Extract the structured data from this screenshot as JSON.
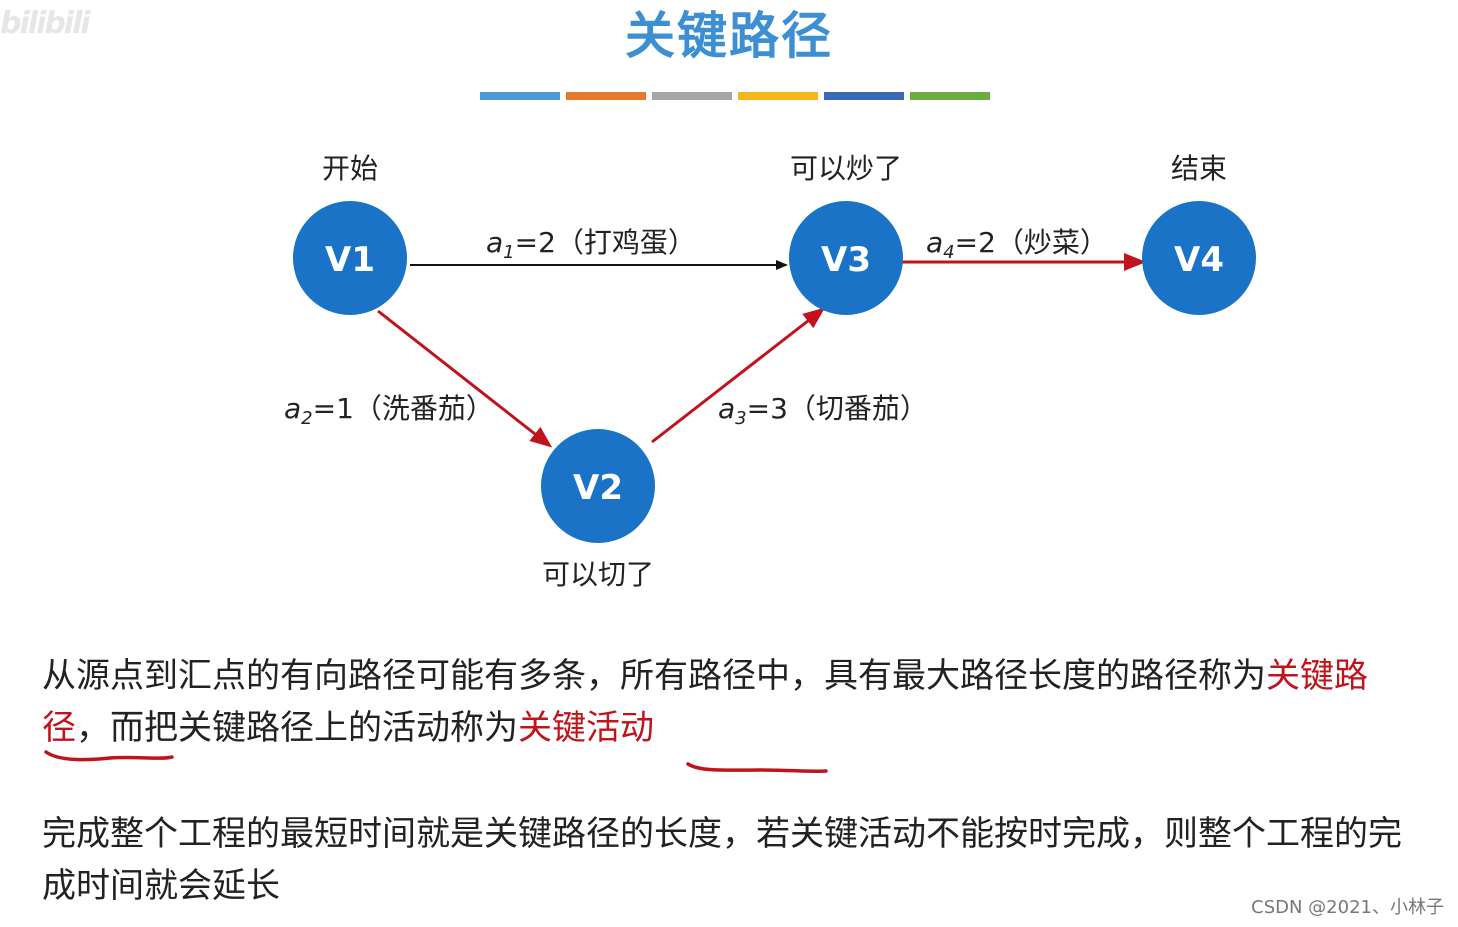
{
  "logo": {
    "text": "bilibili"
  },
  "title": "关键路径",
  "color_bars": [
    "#4a9ad6",
    "#e8782a",
    "#a6a6a6",
    "#f2b81d",
    "#3a68b7",
    "#6aae3b"
  ],
  "nodes": [
    {
      "id": "V1",
      "caption": "开始"
    },
    {
      "id": "V2",
      "caption": "可以切了"
    },
    {
      "id": "V3",
      "caption": "可以炒了"
    },
    {
      "id": "V4",
      "caption": "结束"
    }
  ],
  "edges": [
    {
      "name": "a",
      "sub": "1",
      "rest": "=2（打鸡蛋）",
      "critical": false
    },
    {
      "name": "a",
      "sub": "2",
      "rest": "=1（洗番茄）",
      "critical": true
    },
    {
      "name": "a",
      "sub": "3",
      "rest": "=3（切番茄）",
      "critical": true
    },
    {
      "name": "a",
      "sub": "4",
      "rest": "=2（炒菜）",
      "critical": true
    }
  ],
  "colors": {
    "node": "#1a73c7",
    "critical_edge": "#c0131b",
    "normal_edge": "#111111",
    "highlight": "#c0131b"
  },
  "paragraph1": {
    "part1": "从源点到汇点的有向路径可能有多条，所有路径中，具有最大路径长度的路径称为",
    "hl1": "关键路径",
    "part2": "，而把关键路径上的活动称为",
    "hl2": "关键活动"
  },
  "paragraph2": "完成整个工程的最短时间就是关键路径的长度，若关键活动不能按时完成，则整个工程的完成时间就会延长",
  "watermark": "CSDN @2021、小林子"
}
